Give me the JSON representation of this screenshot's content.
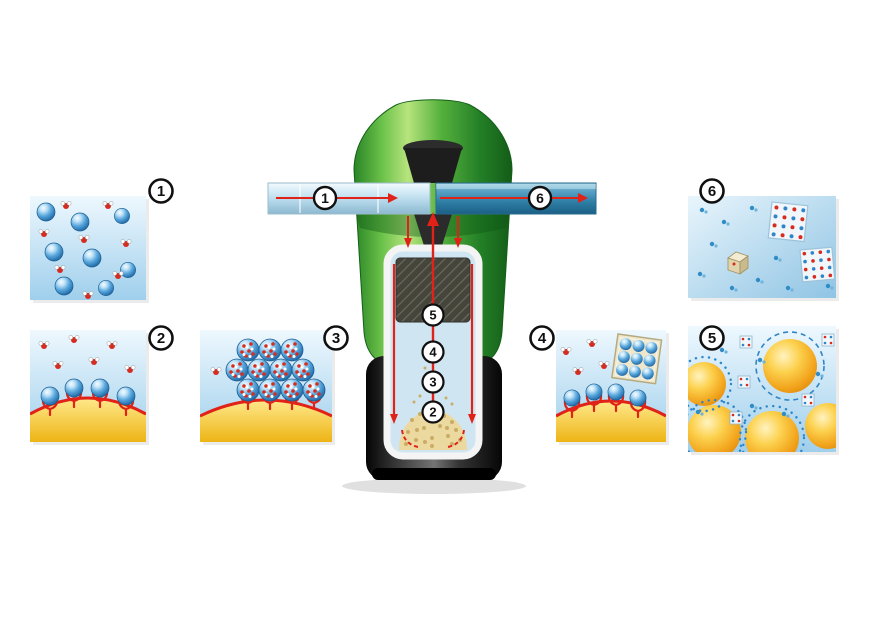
{
  "badges": {
    "panel1": "1",
    "panel2": "2",
    "panel3": "3",
    "panel4": "4",
    "panel5": "5",
    "panel6": "6"
  },
  "device": {
    "inlet_label": "1",
    "outlet_label": "6",
    "stage_labels": [
      "5",
      "4",
      "3",
      "2"
    ]
  },
  "colors": {
    "body_green": "#3f9e2f",
    "base_black": "#151515",
    "inlet_pipe_blue": "#bcdcec",
    "outlet_pipe_blue": "#2f7fa6",
    "flow_arrow_red": "#e02218",
    "resin_yellow": "#f3c531",
    "water_panel_blue": "#a6d4ee",
    "bead_orange": "#f0a818"
  }
}
